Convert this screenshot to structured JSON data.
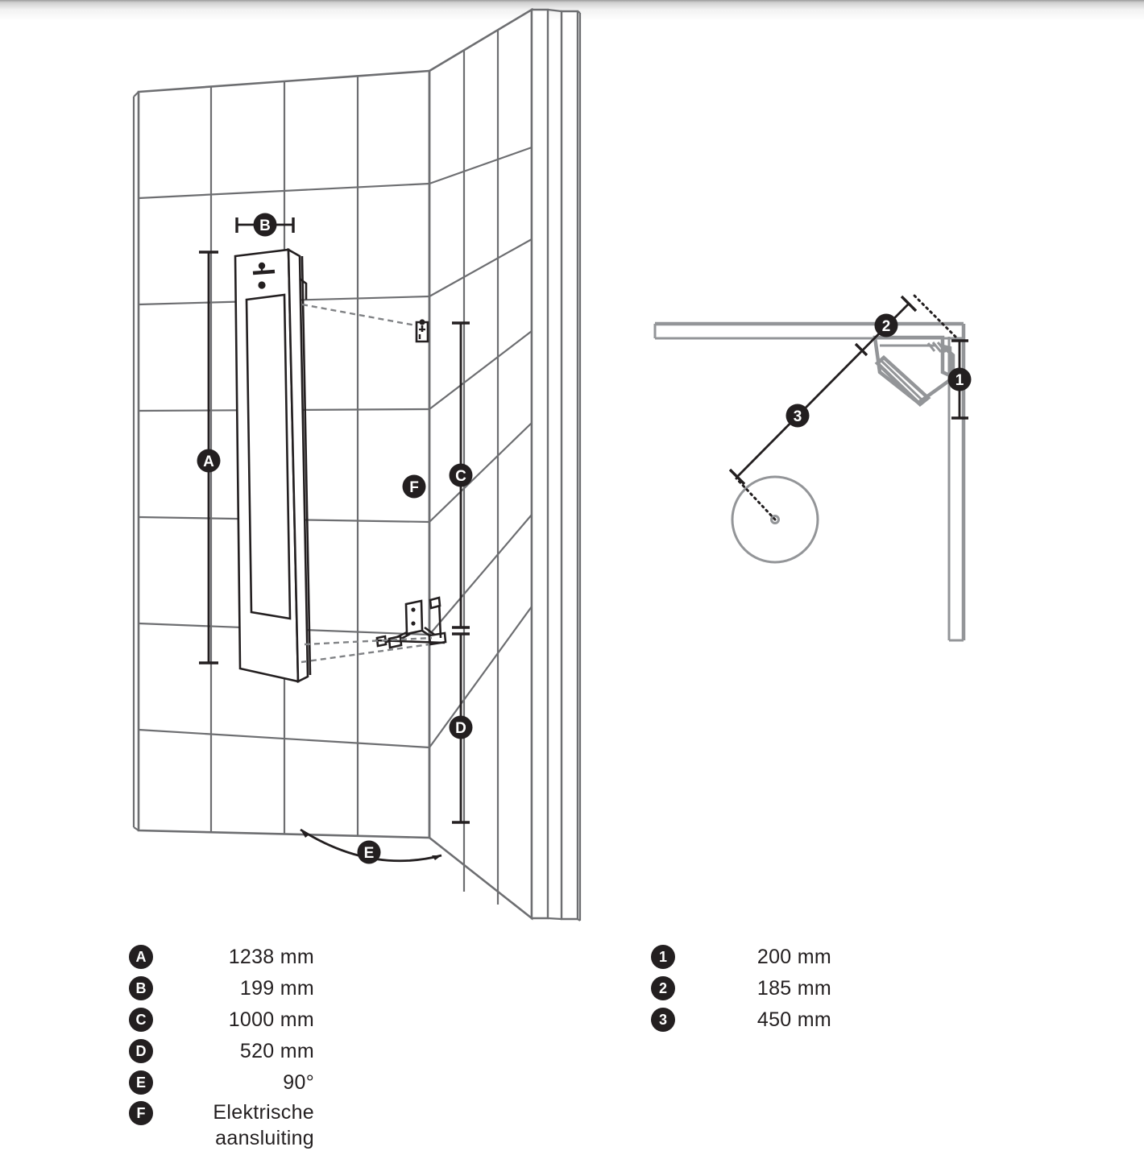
{
  "document": {
    "type": "installation-drawing",
    "subject": "Corner-mounted shower panel installation dimensions"
  },
  "views": {
    "elevation": {
      "name": "elevation-view",
      "markers": [
        "A",
        "B",
        "C",
        "D",
        "E",
        "F"
      ]
    },
    "plan": {
      "name": "plan-view",
      "markers": [
        "1",
        "2",
        "3"
      ]
    }
  },
  "callouts": {
    "elevation": [
      {
        "id": "A",
        "label": "A"
      },
      {
        "id": "B",
        "label": "B"
      },
      {
        "id": "C",
        "label": "C"
      },
      {
        "id": "D",
        "label": "D"
      },
      {
        "id": "E",
        "label": "E"
      },
      {
        "id": "F",
        "label": "F"
      }
    ],
    "plan": [
      {
        "id": "1",
        "label": "1"
      },
      {
        "id": "2",
        "label": "2"
      },
      {
        "id": "3",
        "label": "3"
      }
    ]
  },
  "legend_left": {
    "name": "elevation-legend",
    "rows": [
      {
        "key": "A",
        "value": "1238 mm"
      },
      {
        "key": "B",
        "value": "199 mm"
      },
      {
        "key": "C",
        "value": "1000 mm"
      },
      {
        "key": "D",
        "value": "520 mm"
      },
      {
        "key": "E",
        "value": "90°"
      },
      {
        "key": "F",
        "value": "Elektrische\naansluiting"
      }
    ]
  },
  "legend_right": {
    "name": "plan-legend",
    "rows": [
      {
        "key": "1",
        "value": "200 mm"
      },
      {
        "key": "2",
        "value": "185 mm"
      },
      {
        "key": "3",
        "value": "450 mm"
      }
    ]
  },
  "colors": {
    "line_dark": "#231f20",
    "line_tile": "#6d6e71",
    "line_gray": "#939598",
    "badge_bg": "#231f20",
    "badge_text": "#ffffff",
    "background": "#ffffff"
  }
}
